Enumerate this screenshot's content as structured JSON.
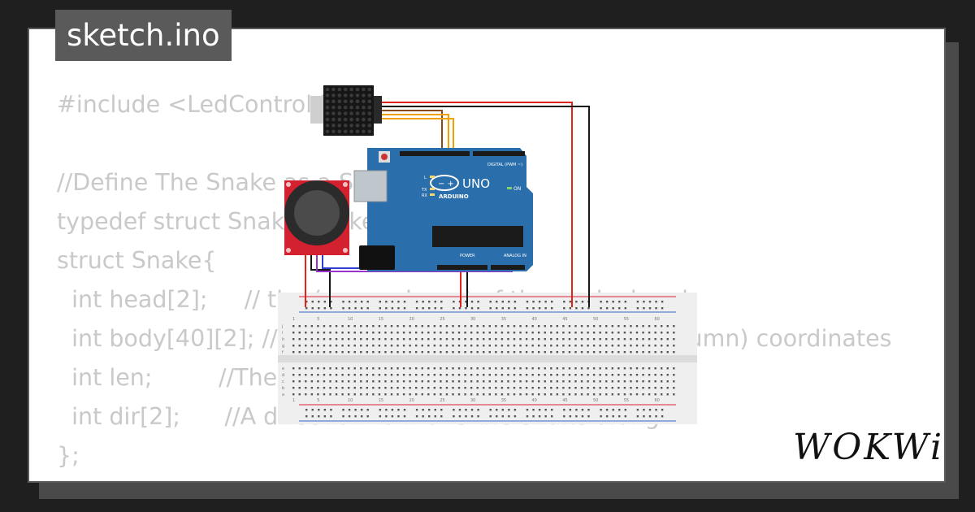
{
  "file_tab": {
    "label": "sketch.ino"
  },
  "code_lines": [
    "#include <LedControl.h>",
    "",
    "//Define The Snake as a Struct",
    "typedef struct Snake Snake;",
    "struct Snake{",
    "  int head[2];     // the (row, column) of the snake head",
    "  int body[40][2]; //An array that contains the (row, column) coordinates",
    "  int len;         //The length of the snake",
    "  int dir[2];      //A direction to move the snake along",
    "};"
  ],
  "arduino": {
    "brand": "ARDUINO",
    "model": "UNO",
    "digital_label": "DIGITAL (PWM ~)",
    "analog_label": "ANALOG IN",
    "power_label": "POWER",
    "on_label": "ON",
    "tx_label": "TX",
    "rx_label": "RX",
    "l_label": "L"
  },
  "breadboard": {
    "column_numbers": [
      "1",
      "5",
      "10",
      "15",
      "20",
      "25",
      "30",
      "35",
      "40",
      "45",
      "50",
      "55",
      "60"
    ],
    "row_letters_top": [
      "j",
      "i",
      "h",
      "g",
      "f"
    ],
    "row_letters_bottom": [
      "e",
      "d",
      "c",
      "b",
      "a"
    ]
  },
  "logo": {
    "text": "WOKWi"
  },
  "colors": {
    "background": "#1f1f1f",
    "card": "#ffffff",
    "code_text": "#c9c9c9",
    "arduino_board": "#2a6fab",
    "joystick_board": "#d4212f",
    "matrix": "#161616",
    "wire_red": "#e0231b",
    "wire_black": "#151515",
    "wire_orange": "#f2a000",
    "wire_brown": "#8b4a12",
    "wire_blue": "#2a3fd8",
    "wire_purple": "#9933cc"
  }
}
